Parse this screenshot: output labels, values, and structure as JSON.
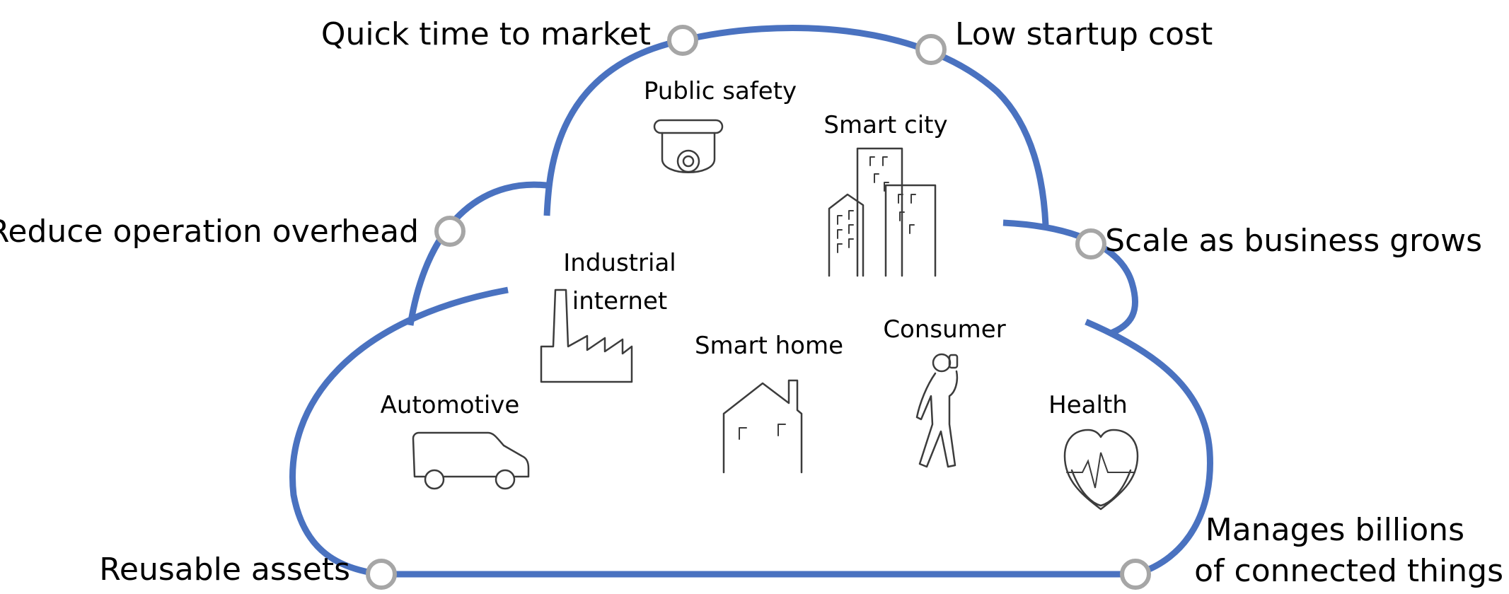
{
  "colors": {
    "cloud_outline": "#4a72c0",
    "node_ring": "#a6a6a6",
    "icon_stroke": "#3c3c3c",
    "text": "#000000"
  },
  "benefits": {
    "quick_time_to_market": "Quick time to market",
    "low_startup_cost": "Low startup cost",
    "reduce_operation_overhead": "Reduce operation overhead",
    "scale_as_business_grows": "Scale as business grows",
    "reusable_assets": "Reusable assets",
    "manages_billions_line1": "Manages billions",
    "manages_billions_line2": "of connected things"
  },
  "sectors": {
    "public_safety": {
      "label": "Public safety",
      "icon": "security-camera-icon"
    },
    "smart_city": {
      "label": "Smart city",
      "icon": "city-buildings-icon"
    },
    "industrial_internet": {
      "label_line1": "Industrial",
      "label_line2": "internet",
      "icon": "factory-icon"
    },
    "smart_home": {
      "label": "Smart home",
      "icon": "house-icon"
    },
    "consumer": {
      "label": "Consumer",
      "icon": "person-with-phone-icon"
    },
    "automotive": {
      "label": "Automotive",
      "icon": "van-icon"
    },
    "health": {
      "label": "Health",
      "icon": "heart-pulse-icon"
    }
  }
}
